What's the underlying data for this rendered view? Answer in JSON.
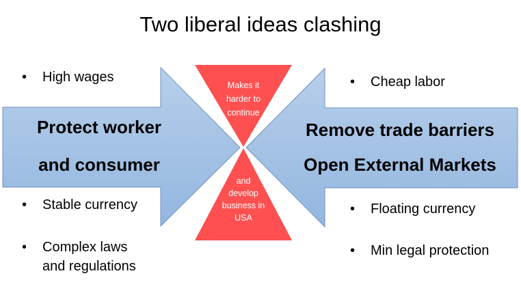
{
  "title": "Two liberal ideas clashing",
  "colors": {
    "arrow_fill_top": "#b7cfea",
    "arrow_fill_bottom": "#93b6e0",
    "arrow_stroke": "#6e8fbf",
    "hourglass_fill": "#fe5050",
    "text": "#000000",
    "hourglass_text": "#ffffff"
  },
  "left_arrow": {
    "direction": "right",
    "lines": [
      "Protect worker",
      "and consumer"
    ]
  },
  "right_arrow": {
    "direction": "left",
    "lines": [
      "Remove trade barriers",
      "Open External Markets"
    ]
  },
  "hourglass": {
    "top_lines": [
      "Makes it",
      "harder to",
      "continue"
    ],
    "bottom_lines": [
      "and",
      "develop",
      "business in",
      "USA"
    ]
  },
  "left_bullets": [
    "High wages",
    "Stable currency",
    "Complex laws and regulations"
  ],
  "left_bullets_display": {
    "b0": "High wages",
    "b1": "Stable currency",
    "b2_line1": "Complex laws",
    "b2_line2": "and regulations"
  },
  "right_bullets": [
    "Cheap labor",
    "Floating currency",
    "Min legal protection"
  ],
  "bullet_glyph": "•"
}
